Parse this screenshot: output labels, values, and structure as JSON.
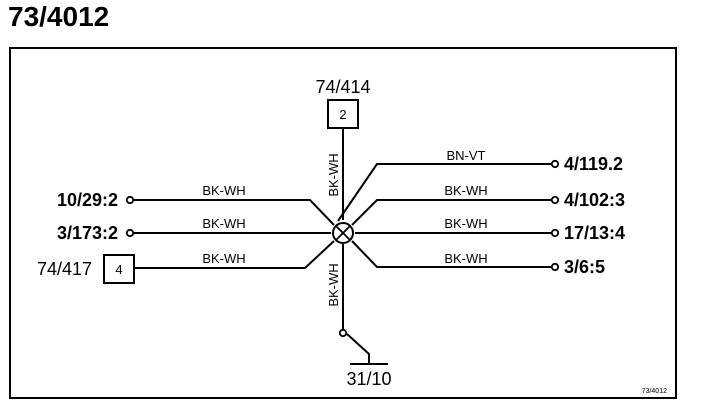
{
  "title": "73/4012",
  "top_connector": {
    "label": "74/414",
    "pin": "2",
    "wire": "BK-WH"
  },
  "left_connector": {
    "label": "74/417",
    "pin": "4",
    "wire": "BK-WH"
  },
  "left_terminals": [
    {
      "label": "10/29:2",
      "wire": "BK-WH"
    },
    {
      "label": "3/173:2",
      "wire": "BK-WH"
    }
  ],
  "right_terminals": [
    {
      "label": "4/119.2",
      "wire": "BN-VT"
    },
    {
      "label": "4/102:3",
      "wire": "BK-WH"
    },
    {
      "label": "17/13:4",
      "wire": "BK-WH"
    },
    {
      "label": "3/6:5",
      "wire": "BK-WH"
    }
  ],
  "ground": {
    "label": "31/10",
    "wire": "BK-WH"
  },
  "diagram_code": "73/4012"
}
